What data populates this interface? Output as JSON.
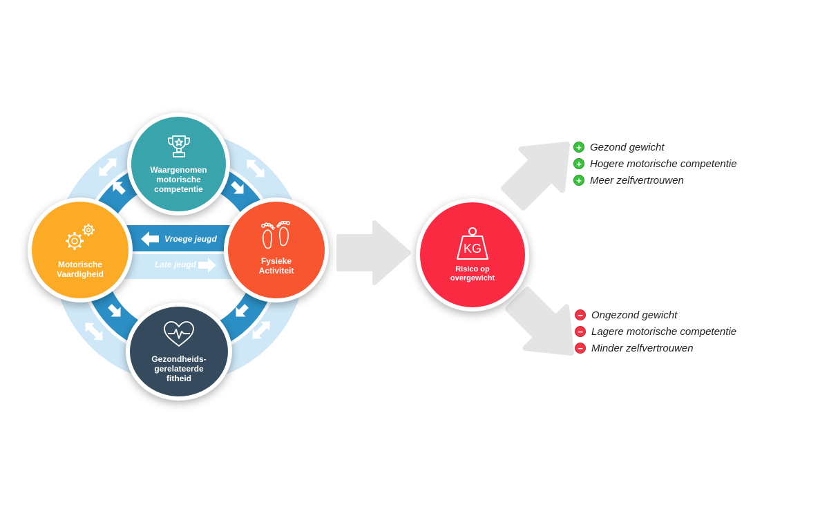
{
  "diagram": {
    "nodes": {
      "top": {
        "label": "Waargenomen\nmotorische\ncompetentie",
        "color": "#3aa4ac",
        "icon": "trophy-icon"
      },
      "left": {
        "label": "Motorische\nVaardigheid",
        "color": "#fbab26",
        "icon": "gears-icon"
      },
      "right": {
        "label": "Fysieke\nActiviteit",
        "color": "#f75630",
        "icon": "footprints-icon"
      },
      "bottom": {
        "label": "Gezondheids-\ngerelateerde\nfitheid",
        "color": "#354b5d",
        "icon": "heartbeat-icon"
      },
      "risk": {
        "label": "Risico op\novergewicht",
        "color": "#fa2a43",
        "icon": "kg-weight-icon",
        "icon_text": "KG"
      }
    },
    "bands": {
      "early": "Vroege jeugd",
      "late": "Late jeugd"
    },
    "colors": {
      "outer_ring": "#cfe8f7",
      "inner_ring": "#2b8fc5",
      "late_band": "#cde9f8",
      "flow_arrow": "#e4e4e4"
    }
  },
  "outcomes": {
    "positive": [
      {
        "text": "Gezond gewicht",
        "icon": "plus-circle-icon"
      },
      {
        "text": "Hogere motorische competentie",
        "icon": "plus-circle-icon"
      },
      {
        "text": "Meer zelfvertrouwen",
        "icon": "plus-circle-icon"
      }
    ],
    "negative": [
      {
        "text": "Ongezond gewicht",
        "icon": "minus-circle-icon"
      },
      {
        "text": "Lagere motorische competentie",
        "icon": "minus-circle-icon"
      },
      {
        "text": "Minder zelfvertrouwen",
        "icon": "minus-circle-icon"
      }
    ]
  }
}
